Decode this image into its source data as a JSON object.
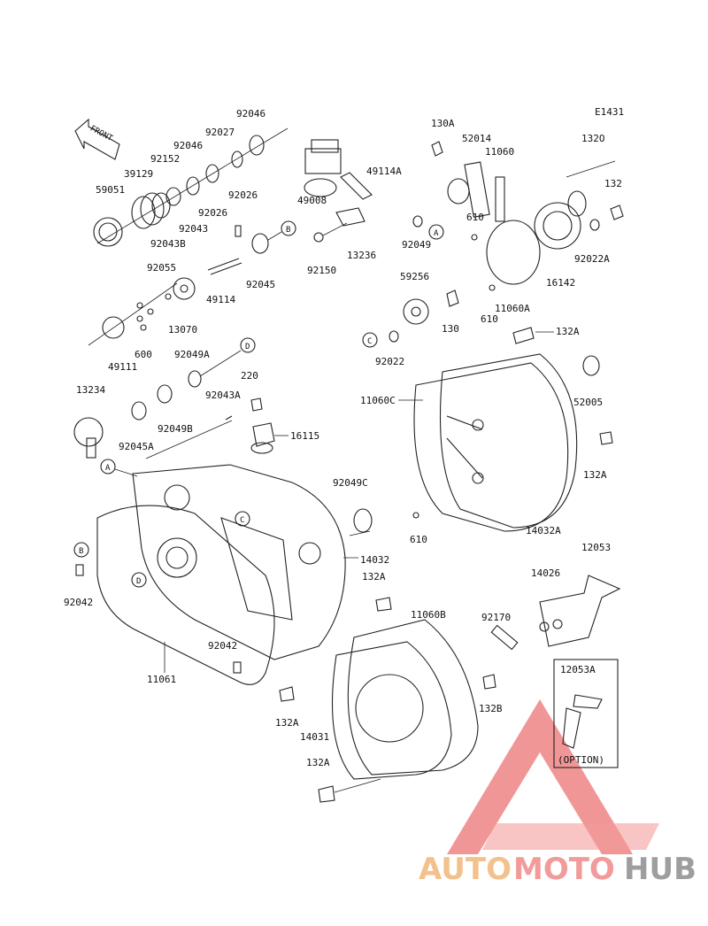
{
  "figure_code": "E1431",
  "front_label": "FRONT",
  "option_label": "(OPTION)",
  "watermark": {
    "part1": "AUTO",
    "part2": "MOTO",
    "part3": "HUB"
  },
  "colors": {
    "line": "#222222",
    "watermark_red": "#e85050",
    "watermark_orange": "#f2b77a",
    "watermark_gray": "#8e8e8e"
  },
  "callouts": {
    "A": "A",
    "B": "B",
    "C": "C",
    "D": "D"
  },
  "parts": {
    "p92046a": "92046",
    "p92027": "92027",
    "p92046b": "92046",
    "p92152": "92152",
    "p39129": "39129",
    "p59051": "59051",
    "p92026a": "92026",
    "p92026b": "92026",
    "p92043": "92043",
    "p92043B": "92043B",
    "p92045": "92045",
    "p92055": "92055",
    "p49114": "49114",
    "p13070": "13070",
    "p600": "600",
    "p49111": "49111",
    "p49008": "49008",
    "p49114A": "49114A",
    "p92150": "92150",
    "p13236": "13236",
    "p92049": "92049",
    "p130A": "130A",
    "p52014": "52014",
    "p11060": "11060",
    "p132Oa": "132O",
    "p132": "132",
    "p610a": "610",
    "p92022A": "92022A",
    "p16142": "16142",
    "p610b": "610",
    "p11060A": "11060A",
    "p59256": "59256",
    "p130": "130",
    "p92022": "92022",
    "p132Ab": "132A",
    "p92049A": "92049A",
    "p220": "220",
    "p92043A": "92043A",
    "p13234": "13234",
    "p92049B": "92049B",
    "p92045A": "92045A",
    "p16115": "16115",
    "p11060C": "11060C",
    "p52005": "52005",
    "p132Ac": "132A",
    "p92049C": "92049C",
    "p14032": "14032",
    "p610c": "610",
    "p14032A": "14032A",
    "p12053": "12053",
    "p132Ad": "132A",
    "p92042a": "92042",
    "p14026": "14026",
    "p11060B": "11060B",
    "p92170": "92170",
    "p12053A": "12053A",
    "p92042b": "92042",
    "p11061": "11061",
    "p132B": "132B",
    "p132Ae": "132A",
    "p14031": "14031",
    "p132Af": "132A"
  }
}
